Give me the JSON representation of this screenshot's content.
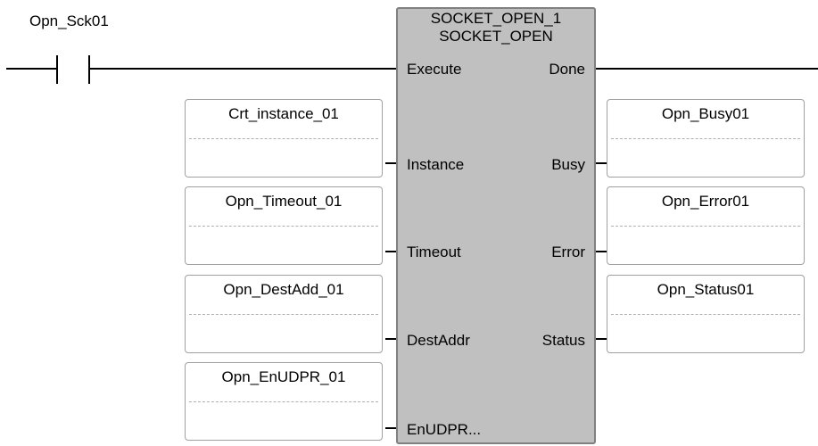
{
  "contact": {
    "label": "Opn_Sck01"
  },
  "function_block": {
    "instance_name": "SOCKET_OPEN_1",
    "type_name": "SOCKET_OPEN",
    "inputs": [
      "Execute",
      "Instance",
      "Timeout",
      "DestAddr",
      "EnUDPR..."
    ],
    "outputs": [
      "Done",
      "Busy",
      "Error",
      "Status"
    ]
  },
  "input_vars": [
    "Crt_instance_01",
    "Opn_Timeout_01",
    "Opn_DestAdd_01",
    "Opn_EnUDPR_01"
  ],
  "output_vars": [
    "Opn_Busy01",
    "Opn_Error01",
    "Opn_Status01"
  ]
}
